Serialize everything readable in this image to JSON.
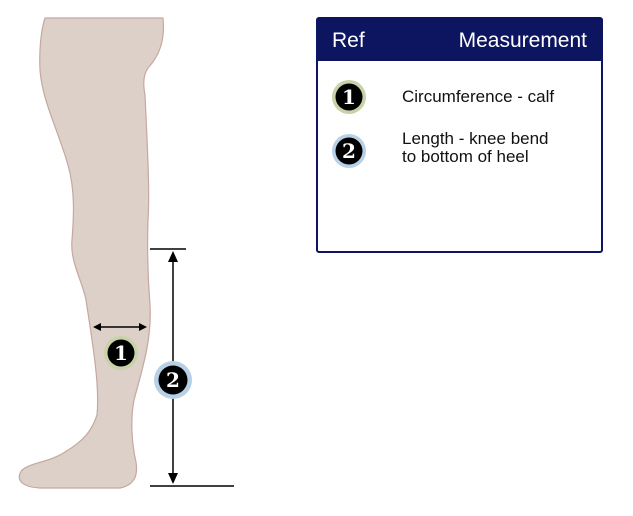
{
  "table": {
    "header_ref": "Ref",
    "header_measurement": "Measurement",
    "rows": [
      {
        "ref": "1",
        "text": "Circumference - calf",
        "ring_color": "#c8d2a8"
      },
      {
        "ref": "2",
        "text": "Length - knee bend\nto bottom of heel",
        "ring_color": "#b8d0e6"
      }
    ]
  },
  "figure": {
    "badges": [
      {
        "ref": "1",
        "ring_color": "#c8d2a8"
      },
      {
        "ref": "2",
        "ring_color": "#b8d0e6"
      }
    ]
  },
  "colors": {
    "header_bg": "#0d1560",
    "leg_fill": "#ddd0c8",
    "leg_outline": "#c5a89e",
    "line": "#000000"
  }
}
